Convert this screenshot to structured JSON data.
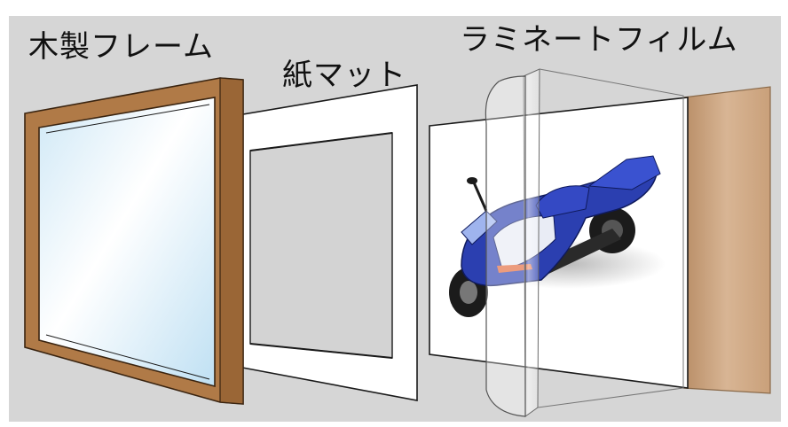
{
  "labels": {
    "wood_frame": "木製フレーム",
    "paper_mat": "紙マット",
    "laminate_film": "ラミネートフィルム"
  },
  "colors": {
    "background": "#d6d6d6",
    "wood": "#b07a47",
    "glass_tint": "#cfe8f6",
    "mat": "#ffffff",
    "mat_window": "#d3d3d3",
    "backboard": "#c59f7c",
    "motorcycle_body": "#2b3fb0",
    "outline": "#1a1a1a"
  },
  "icons": {
    "artwork": "motorcycle-icon"
  }
}
